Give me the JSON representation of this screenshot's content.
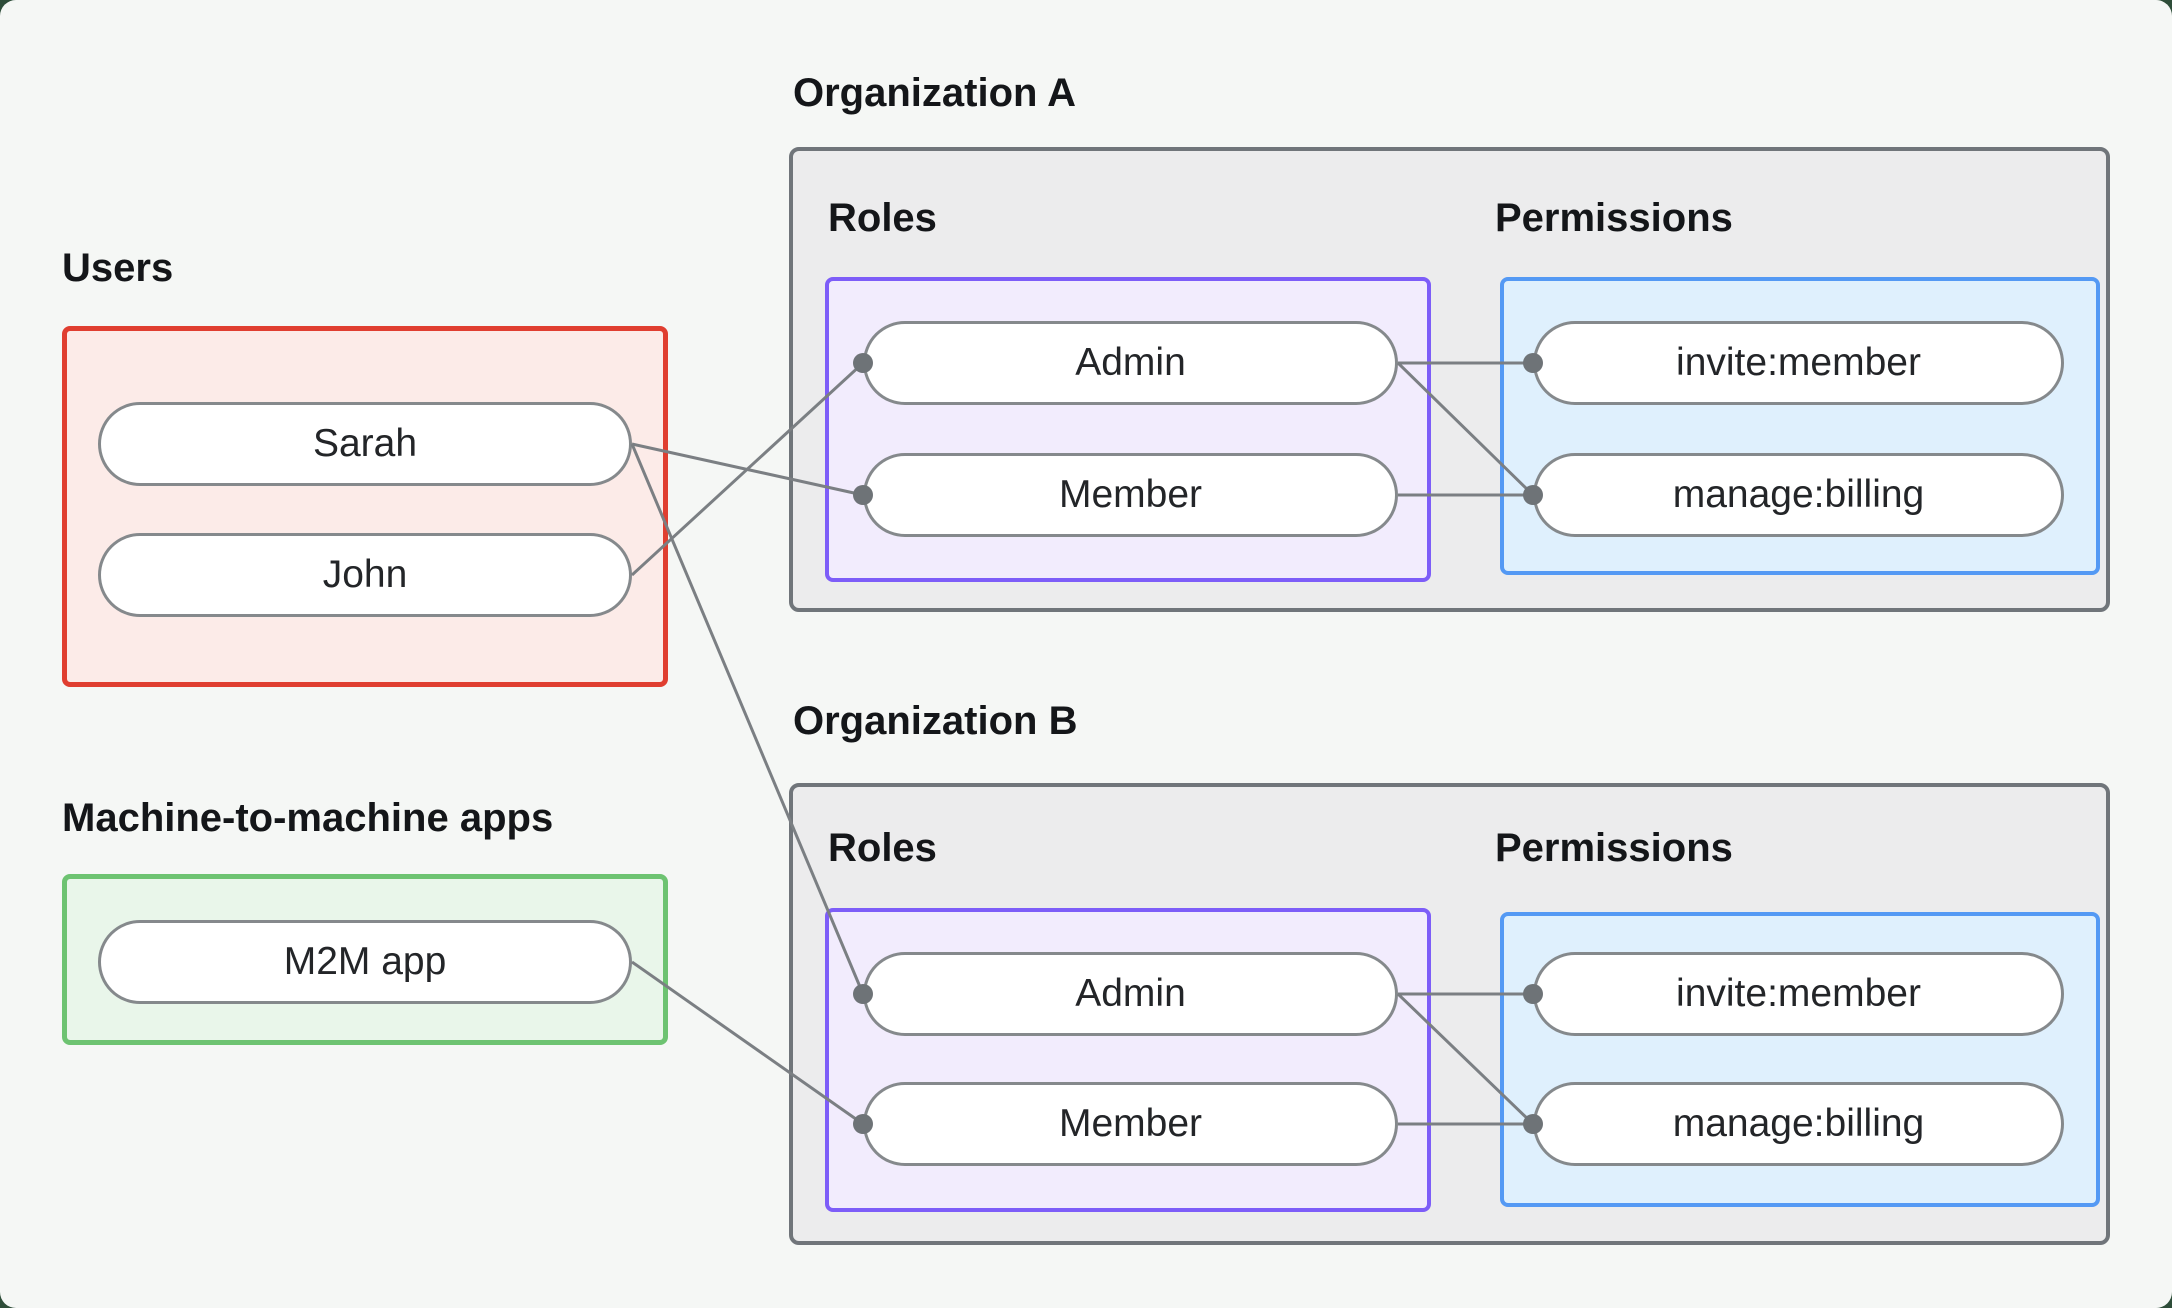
{
  "users": {
    "label": "Users",
    "items": [
      "Sarah",
      "John"
    ]
  },
  "m2m": {
    "label": "Machine-to-machine apps",
    "items": [
      "M2M app"
    ]
  },
  "orgs": {
    "a": {
      "title": "Organization A",
      "roles_label": "Roles",
      "permissions_label": "Permissions",
      "roles": [
        "Admin",
        "Member"
      ],
      "permissions": [
        "invite:member",
        "manage:billing"
      ]
    },
    "b": {
      "title": "Organization B",
      "roles_label": "Roles",
      "permissions_label": "Permissions",
      "roles": [
        "Admin",
        "Member"
      ],
      "permissions": [
        "invite:member",
        "manage:billing"
      ]
    }
  },
  "connections": [
    {
      "from": "user-sarah",
      "to": "orga-role-member"
    },
    {
      "from": "user-john",
      "to": "orga-role-admin"
    },
    {
      "from": "user-sarah",
      "to": "orgb-role-admin"
    },
    {
      "from": "m2m-app",
      "to": "orgb-role-member"
    },
    {
      "from": "orga-role-admin",
      "to": "orga-perm-invite"
    },
    {
      "from": "orga-role-admin",
      "to": "orga-perm-billing"
    },
    {
      "from": "orga-role-member",
      "to": "orga-perm-billing"
    },
    {
      "from": "orgb-role-admin",
      "to": "orgb-perm-invite"
    },
    {
      "from": "orgb-role-admin",
      "to": "orgb-perm-billing"
    },
    {
      "from": "orgb-role-member",
      "to": "orgb-perm-billing"
    }
  ],
  "colors": {
    "background": "#f5f7f5",
    "outer_background": "#2e4d39",
    "users_border": "#e03e30",
    "users_fill": "#fcebe8",
    "m2m_border": "#6dc371",
    "m2m_fill": "#e9f6ea",
    "roles_border": "#7d5df8",
    "roles_fill": "#f2ecfd",
    "permissions_border": "#5499f4",
    "permissions_fill": "#dff0fd",
    "org_border": "#70757a",
    "org_fill": "#ececed",
    "pill_border": "#85898c",
    "line": "#7b7f83",
    "dot": "#6e7377"
  }
}
